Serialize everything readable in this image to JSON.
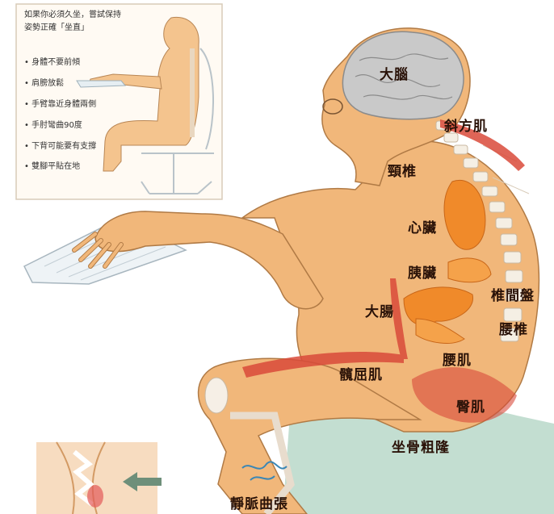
{
  "inset": {
    "intro_line1": "如果你必須久坐，嘗試保持",
    "intro_line2": "姿勢正確「坐直」",
    "tips": [
      "身體不要前傾",
      "肩膀放鬆",
      "手臂靠近身體兩側",
      "手肘彎曲90度",
      "下背可能要有支撐",
      "雙腳平貼在地"
    ]
  },
  "labels": {
    "brain": "大腦",
    "trapezius": "斜方肌",
    "cervical": "頸椎",
    "heart": "心臟",
    "pancreas": "胰臟",
    "disc": "椎間盤",
    "colon": "大腸",
    "lumbar": "腰椎",
    "iliopsoas": "髖屈肌",
    "back_muscle": "腰肌",
    "gluteus": "臀肌",
    "ischial": "坐骨粗隆",
    "varicose": "靜脈曲張"
  },
  "colors": {
    "skin": "#f1b77a",
    "skin_outline": "#b07a45",
    "organ": "#f08a2a",
    "muscle": "#d94a3a",
    "brain": "#c9c9c9",
    "chair": "#b9d8c9"
  }
}
